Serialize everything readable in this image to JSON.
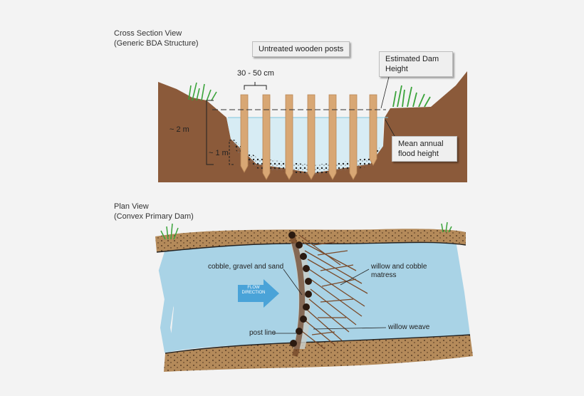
{
  "cross_section": {
    "title": "Cross Section View",
    "subtitle": "(Generic BDA Structure)",
    "posts_label": "Untreated wooden posts",
    "spacing_label": "30 - 50 cm",
    "dam_height_label_1": "Estimated Dam",
    "dam_height_label_2": "Height",
    "flood_label_1": "Mean annual",
    "flood_label_2": "flood height",
    "depth_2m": "~ 2 m",
    "depth_1m": "~ 1 m"
  },
  "plan": {
    "title": "Plan View",
    "subtitle": "(Convex Primary Dam)",
    "cobble_label": "cobble, gravel and sand",
    "willow_mattress_1": "willow and cobble",
    "willow_mattress_2": "matress",
    "flow_1": "FLOW",
    "flow_2": "DIRECTION",
    "willow_weave": "willow weave",
    "post_line": "post line"
  },
  "colors": {
    "soil": "#8b5a3a",
    "post": "#d8a774",
    "water": "#a9d3e6",
    "bank": "#b48a5a",
    "flow_arrow": "#4aa3d8",
    "grass": "#3aa33a"
  }
}
